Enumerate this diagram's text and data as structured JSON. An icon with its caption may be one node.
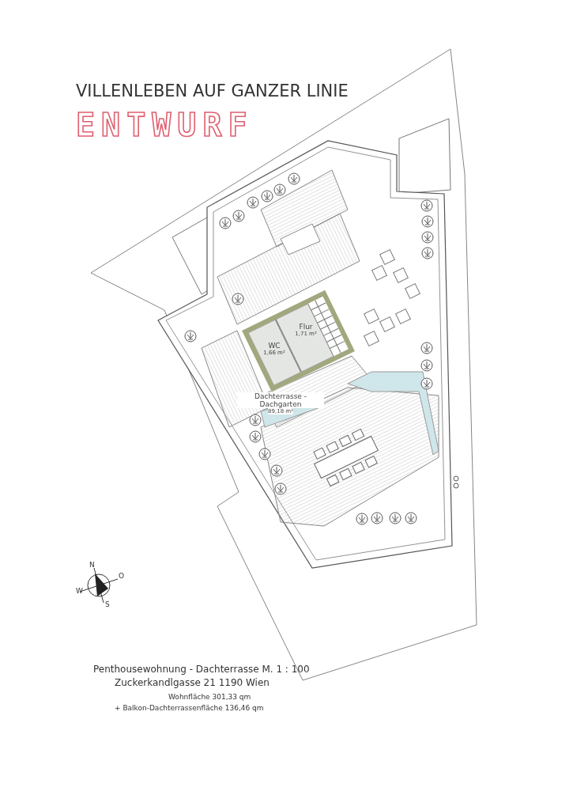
{
  "diagram": {
    "title": "VILLENLEBEN AUF GANZER LINIE",
    "nodes": [
      {
        "text": [
          "WC",
          "1,66 m²"
        ]
      },
      {
        "text": [
          "Flur",
          "1,71 m²"
        ]
      },
      {
        "text": [
          "Dachterrasse - Dachgarten",
          "89,18 m²"
        ]
      }
    ],
    "labels": [
      "ENTWURF",
      "N",
      "O",
      "W",
      "S",
      "Penthousewohnung - Dachterrasse M. 1 : 100",
      "Zuckerkandlgasse 21 1190 Wien",
      "Wohnfläche 301,33 qm",
      "+ Balkon-Dachterrassenfläche 136,46 qm"
    ]
  }
}
